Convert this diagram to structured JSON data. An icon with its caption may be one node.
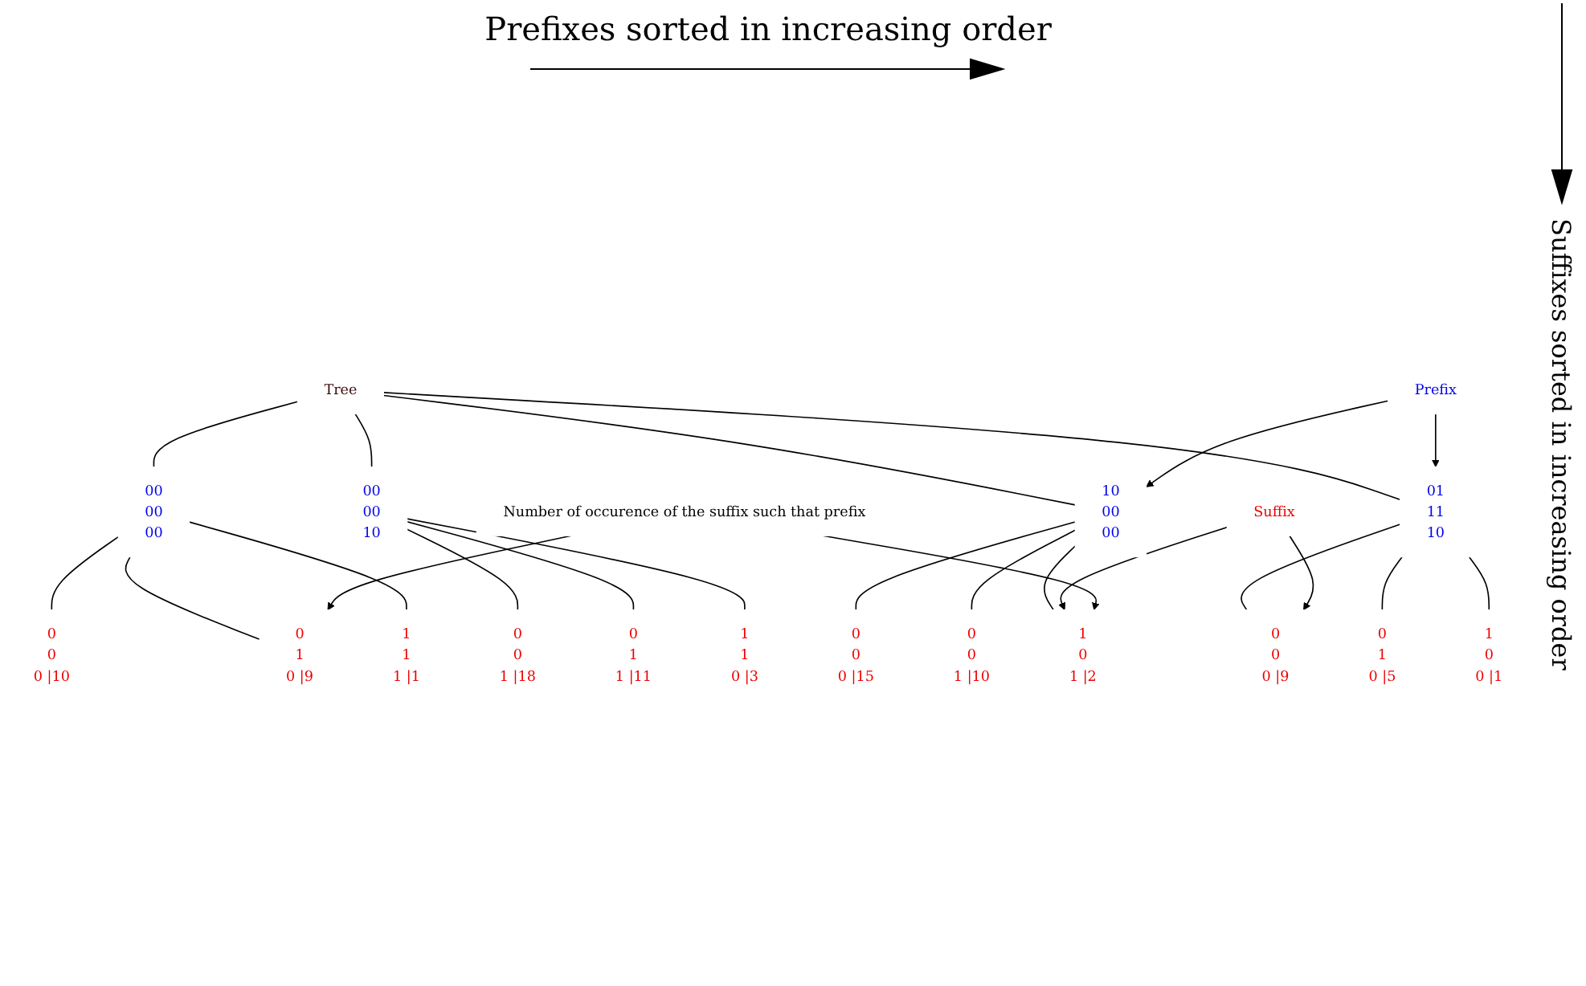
{
  "diagram": {
    "nodes": [
      {
        "text": [
          "Tree"
        ]
      },
      {
        "text": [
          "00 00 00"
        ]
      },
      {
        "text": [
          "00 00 10"
        ]
      },
      {
        "text": [
          "10 00 00"
        ]
      },
      {
        "text": [
          "01 11 10"
        ]
      },
      {
        "text": [
          "0 0 0",
          "|10"
        ]
      },
      {
        "text": [
          "0 1 0",
          "|9"
        ]
      },
      {
        "text": [
          "1 1 1",
          "|1"
        ]
      },
      {
        "text": [
          "0 0 1",
          "|18"
        ]
      },
      {
        "text": [
          "0 1 1",
          "|11"
        ]
      },
      {
        "text": [
          "1 1 0",
          "|3"
        ]
      },
      {
        "text": [
          "0 0 0",
          "|15"
        ]
      },
      {
        "text": [
          "0 0 1",
          "|10"
        ]
      },
      {
        "text": [
          "1 0 1",
          "|2"
        ]
      },
      {
        "text": [
          "0 0 0",
          "|9"
        ]
      },
      {
        "text": [
          "0 1 0",
          "|5"
        ]
      },
      {
        "text": [
          "1 0 0",
          "|1"
        ]
      },
      {
        "text": [
          "Prefix"
        ]
      },
      {
        "text": [
          "Suffix"
        ]
      },
      {
        "text": [
          "Number of occurence of the suffix such that prefix"
        ]
      }
    ],
    "edges": [
      {
        "from": 0,
        "to": 1,
        "arrow": "none"
      },
      {
        "from": 0,
        "to": 2,
        "arrow": "none"
      },
      {
        "from": 0,
        "to": 3,
        "arrow": "none"
      },
      {
        "from": 0,
        "to": 4,
        "arrow": "none"
      },
      {
        "from": 1,
        "to": 5,
        "arrow": "none"
      },
      {
        "from": 1,
        "to": 6,
        "arrow": "none"
      },
      {
        "from": 1,
        "to": 7,
        "arrow": "none"
      },
      {
        "from": 2,
        "to": 8,
        "arrow": "none"
      },
      {
        "from": 2,
        "to": 9,
        "arrow": "none"
      },
      {
        "from": 2,
        "to": 10,
        "arrow": "none"
      },
      {
        "from": 3,
        "to": 11,
        "arrow": "none"
      },
      {
        "from": 3,
        "to": 12,
        "arrow": "none"
      },
      {
        "from": 3,
        "to": 13,
        "arrow": "none"
      },
      {
        "from": 4,
        "to": 14,
        "arrow": "none"
      },
      {
        "from": 4,
        "to": 15,
        "arrow": "none"
      },
      {
        "from": 4,
        "to": 16,
        "arrow": "none"
      },
      {
        "from": 17,
        "to": 3,
        "arrow": "to"
      },
      {
        "from": 17,
        "to": 4,
        "arrow": "to"
      },
      {
        "from": 18,
        "to": 14,
        "arrow": "to"
      },
      {
        "from": 18,
        "to": 13,
        "arrow": "to"
      },
      {
        "from": 19,
        "to": 6,
        "arrow": "to"
      },
      {
        "from": 19,
        "to": 13,
        "arrow": "to"
      }
    ],
    "labels": [
      "Prefixes sorted in increasing order",
      "Suffixes sorted in increasing order"
    ]
  }
}
